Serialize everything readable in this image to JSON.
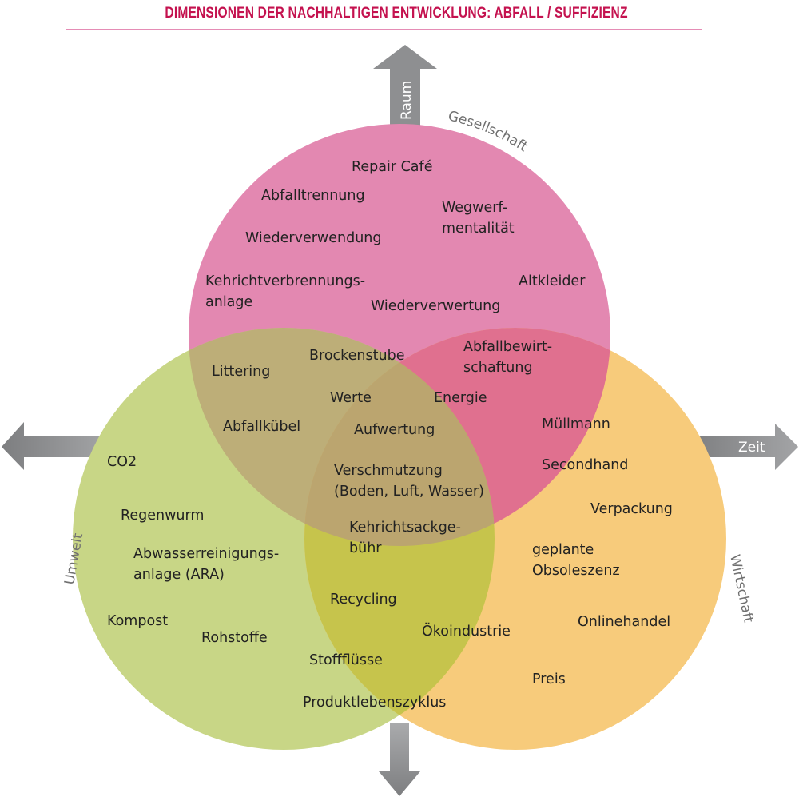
{
  "title": "DIMENSIONEN DER NACHHALTIGEN ENTWICKLUNG: ABFALL / SUFFIZIENZ",
  "colors": {
    "title": "#c4124f",
    "title_rule": "#e58cb5",
    "gesellschaft": "#e388b1",
    "umwelt": "#c8d686",
    "wirtschaft": "#f7cb7b",
    "gesellschaft_umwelt": "#bdae78",
    "gesellschaft_wirtschaft": "#e0708f",
    "umwelt_wirtschaft": "#c6c44c",
    "center": "#bba56f",
    "arrow": "#8e8f91",
    "dimension_label": "#707070",
    "text": "#222222"
  },
  "arrows": {
    "up": {
      "label": "Raum",
      "direction": "up"
    },
    "left": {
      "label": "",
      "direction": "left"
    },
    "right": {
      "label": "Zeit",
      "direction": "right"
    },
    "down": {
      "label": "",
      "direction": "down"
    }
  },
  "dimensions": {
    "gesellschaft": "Gesellschaft",
    "umwelt": "Umwelt",
    "wirtschaft": "Wirtschaft"
  },
  "terms": {
    "gesellschaft": [
      [
        "Repair Café"
      ],
      [
        "Abfalltrennung"
      ],
      [
        "Wegwerf-",
        "mentalität"
      ],
      [
        "Wiederverwendung"
      ],
      [
        "Kehrichtverbrennungs-",
        "anlage"
      ],
      [
        "Altkleider"
      ],
      [
        "Wiederverwertung"
      ]
    ],
    "gesellschaft_umwelt": [
      [
        "Littering"
      ],
      [
        "Brockenstube"
      ],
      [
        "Abfallkübel"
      ]
    ],
    "gesellschaft_wirtschaft": [
      [
        "Abfallbewirt-",
        "schaftung"
      ],
      [
        "Energie"
      ],
      [
        "Müllmann"
      ],
      [
        "Secondhand"
      ]
    ],
    "center": [
      [
        "Werte"
      ],
      [
        "Aufwertung"
      ],
      [
        "Verschmutzung",
        "(Boden, Luft, Wasser)"
      ],
      [
        "Kehrichtsackge-",
        "bühr"
      ]
    ],
    "umwelt": [
      [
        "CO2"
      ],
      [
        "Regenwurm"
      ],
      [
        "Abwasserreinigungs-",
        "anlage (ARA)"
      ],
      [
        "Kompost"
      ],
      [
        "Rohstoffe"
      ]
    ],
    "umwelt_wirtschaft": [
      [
        "Recycling"
      ],
      [
        "Ökoindustrie"
      ],
      [
        "Stoffflüsse"
      ],
      [
        "Produktlebenszyklus"
      ]
    ],
    "wirtschaft": [
      [
        "Verpackung"
      ],
      [
        "geplante",
        "Obsoleszenz"
      ],
      [
        "Onlinehandel"
      ],
      [
        "Preis"
      ]
    ]
  }
}
